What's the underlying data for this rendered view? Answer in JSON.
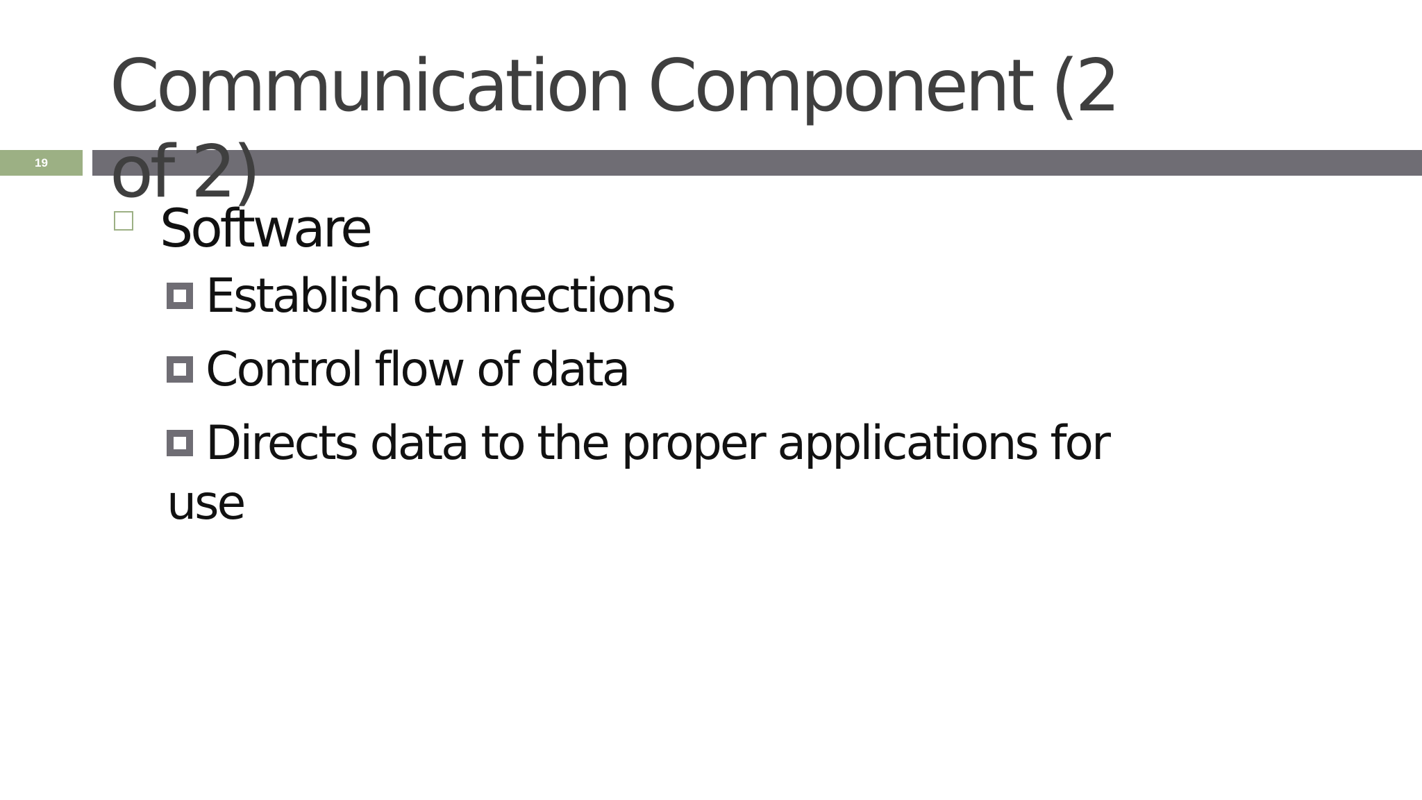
{
  "slide": {
    "number": "19",
    "title": "Communication Component (2 of 2)"
  },
  "bullets": {
    "level1": "Software",
    "level2": [
      "Establish connections",
      "Control flow of data",
      "Directs data to the proper applications for use"
    ]
  },
  "colors": {
    "accent_green": "#9cb084",
    "header_bar_gray": "#6f6d74",
    "title_text": "#3f3f3f",
    "body_text": "#111111"
  }
}
